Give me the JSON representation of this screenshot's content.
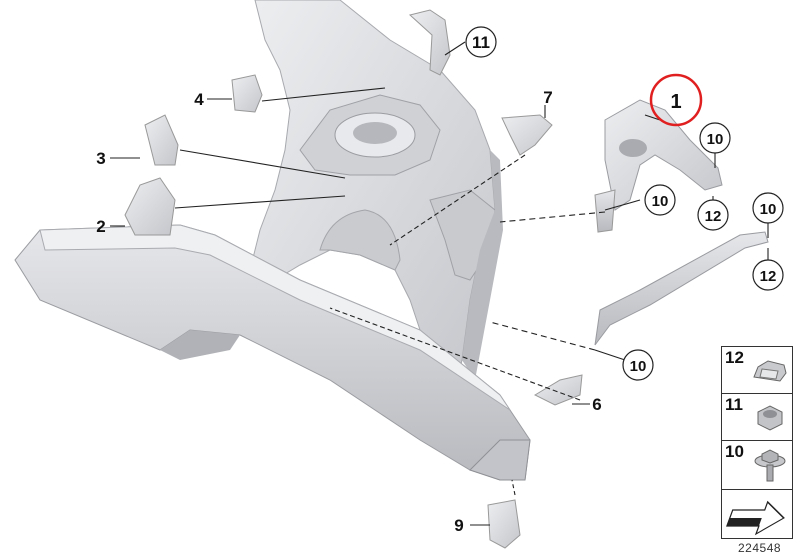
{
  "diagram": {
    "callouts": [
      {
        "id": "c11",
        "label": "11"
      },
      {
        "id": "c4",
        "label": "4"
      },
      {
        "id": "c7",
        "label": "7"
      },
      {
        "id": "c1",
        "label": "1",
        "highlight_color": "#e02020"
      },
      {
        "id": "c3",
        "label": "3"
      },
      {
        "id": "c10a",
        "label": "10"
      },
      {
        "id": "c10b",
        "label": "10"
      },
      {
        "id": "c12a",
        "label": "12"
      },
      {
        "id": "c10c",
        "label": "10"
      },
      {
        "id": "c2",
        "label": "2"
      },
      {
        "id": "c12b",
        "label": "12"
      },
      {
        "id": "c10d",
        "label": "10"
      },
      {
        "id": "c6",
        "label": "6"
      },
      {
        "id": "c9",
        "label": "9"
      }
    ],
    "legend": [
      {
        "label": "12",
        "icon": "spring-nut-icon"
      },
      {
        "label": "11",
        "icon": "hex-nut-icon"
      },
      {
        "label": "10",
        "icon": "flange-screw-icon"
      }
    ],
    "diagram_id": "224548",
    "colors": {
      "part_fill": "#dcdde0",
      "part_shadow": "#b9bbc0",
      "leader": "#222222",
      "highlight_ring": "#e02020"
    }
  }
}
